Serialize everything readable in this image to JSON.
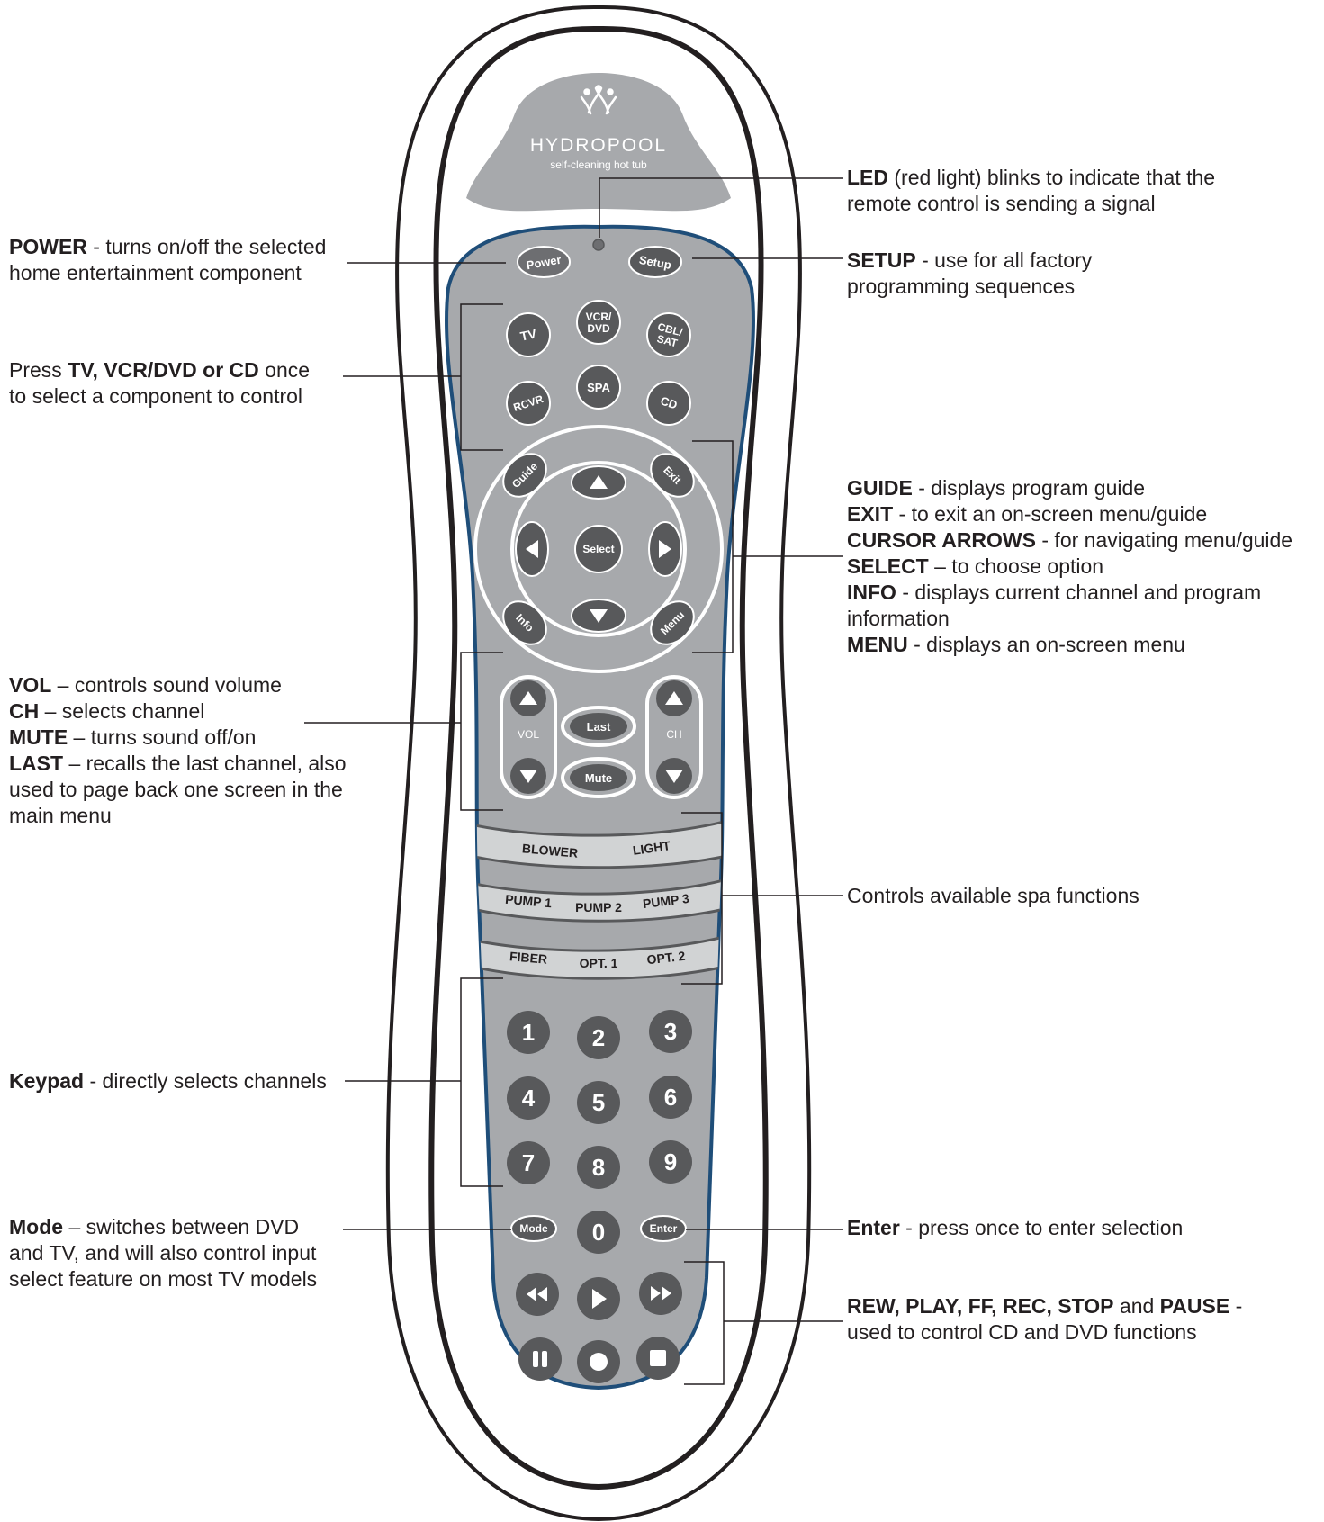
{
  "brand": {
    "name": "HYDROPOOL",
    "tagline": "self-cleaning hot tub"
  },
  "buttons": {
    "power": "Power",
    "setup": "Setup",
    "tv": "TV",
    "vcr_dvd_1": "VCR/",
    "vcr_dvd_2": "DVD",
    "cbl_sat_1": "CBL/",
    "cbl_sat_2": "SAT",
    "rcvr": "RCVR",
    "spa": "SPA",
    "cd": "CD",
    "guide": "Guide",
    "exit": "Exit",
    "select": "Select",
    "info": "Info",
    "menu": "Menu",
    "vol": "VOL",
    "ch": "CH",
    "last": "Last",
    "mute": "Mute",
    "blower": "BLOWER",
    "light": "LIGHT",
    "pump1": "PUMP 1",
    "pump2": "PUMP 2",
    "pump3": "PUMP 3",
    "fiber": "FIBER",
    "opt1": "OPT. 1",
    "opt2": "OPT. 2",
    "digits": [
      "1",
      "2",
      "3",
      "4",
      "5",
      "6",
      "7",
      "8",
      "9",
      "0"
    ],
    "mode": "Mode",
    "enter": "Enter"
  },
  "callouts": {
    "led": {
      "bold": "LED",
      "text1": " (red light) blinks to indicate that the",
      "text2": "remote control is sending a signal"
    },
    "power": {
      "bold": "POWER",
      "text1": " - turns on/off the selected",
      "text2": "home entertainment component"
    },
    "setup": {
      "bold": "SETUP",
      "text1": " - use for all factory",
      "text2": "programming sequences"
    },
    "component": {
      "pre": "Press ",
      "bold": "TV, VCR/DVD or CD",
      "post": " once",
      "text2": "to select a component to control"
    },
    "nav": [
      {
        "bold": "GUIDE",
        "text": " - displays program guide"
      },
      {
        "bold": "EXIT",
        "text": " - to exit an on-screen menu/guide"
      },
      {
        "bold": "CURSOR ARROWS",
        "text": " - for navigating menu/guide"
      },
      {
        "bold": "SELECT",
        "text": " – to choose option"
      },
      {
        "bold": "INFO",
        "text": " - displays current channel and program"
      },
      {
        "bold": "",
        "text": "information"
      },
      {
        "bold": "MENU",
        "text": " - displays an on-screen menu"
      }
    ],
    "volume": [
      {
        "bold": "VOL",
        "text": " – controls sound volume"
      },
      {
        "bold": "CH",
        "text": " – selects channel"
      },
      {
        "bold": "MUTE",
        "text": " – turns sound off/on"
      },
      {
        "bold": "LAST",
        "text": " – recalls the last channel, also"
      },
      {
        "bold": "",
        "text": "used to page back one screen in the"
      },
      {
        "bold": "",
        "text": "main menu"
      }
    ],
    "spa": {
      "text": "Controls available spa functions"
    },
    "keypad": {
      "bold": "Keypad",
      "text": " - directly selects channels"
    },
    "mode": {
      "bold": "Mode",
      "text1": " – switches between DVD",
      "text2": "and TV, and will also control input",
      "text3": "select feature on most TV models"
    },
    "enter": {
      "bold": "Enter",
      "text": " - press once to enter selection"
    },
    "transport": {
      "b1": "REW, PLAY, FF, REC, STOP",
      "m1": " and ",
      "b2": "PAUSE",
      "m2": " -",
      "text2": "used to control CD and DVD functions"
    }
  },
  "colors": {
    "body": "#a7a9ac",
    "outline": "#231f20",
    "edge": "#1f4e79",
    "button": "#58595b",
    "band": "#d1d3d4",
    "led": "#6d6e71"
  }
}
